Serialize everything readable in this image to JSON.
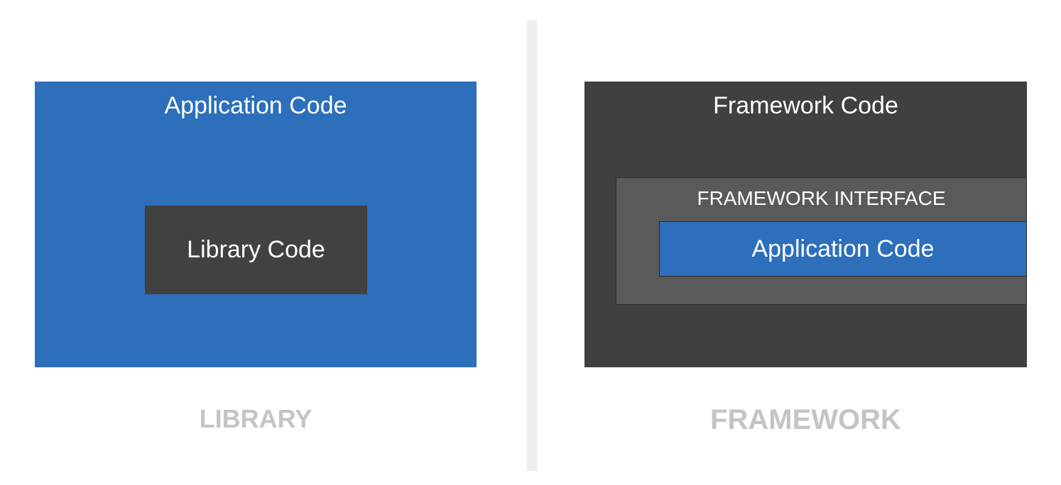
{
  "library": {
    "outer_label": "Application Code",
    "inner_label": "Library Code",
    "caption": "LIBRARY"
  },
  "framework": {
    "outer_label": "Framework Code",
    "interface_label": "FRAMEWORK INTERFACE",
    "inner_label": "Application Code",
    "caption": "FRAMEWORK"
  },
  "colors": {
    "application_blue": "#2d6fba",
    "dark_gray": "#404040",
    "interface_gray": "#5a5a5a",
    "caption_gray": "#c4c4c4",
    "divider_gray": "#eeeeee"
  }
}
